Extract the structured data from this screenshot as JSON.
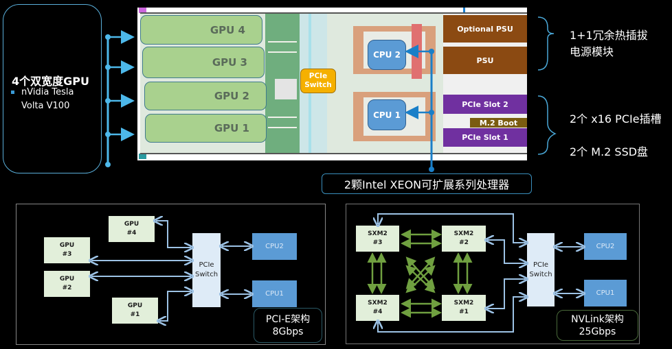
{
  "gpu_callout": {
    "title": "4个双宽度GPU",
    "bullet_line1": "nVidia Tesla",
    "bullet_line2": "Volta V100"
  },
  "board": {
    "gpus": [
      "GPU 4",
      "GPU 3",
      "GPU 2",
      "GPU 1"
    ],
    "pcie_switch": [
      "PCIe",
      "Switch"
    ],
    "cpus": [
      "CPU 2",
      "CPU 1"
    ],
    "psus": [
      "Optional PSU",
      "PSU"
    ],
    "pcie_slots": [
      "PCIe Slot 2",
      "PCIe Slot 1"
    ],
    "m2_boot": "M.2 Boot"
  },
  "annotations": {
    "psu_line1": "1+1冗余热插拔",
    "psu_line2": "电源模块",
    "pcie_slots": "2个 x16 PCIe插槽",
    "m2": "2个 M.2 SSD盘",
    "cpu_label": "2颗Intel XEON可扩展系列处理器"
  },
  "pcie_diagram": {
    "gpus": [
      {
        "name": "GPU",
        "num": "#4"
      },
      {
        "name": "GPU",
        "num": "#3"
      },
      {
        "name": "GPU",
        "num": "#2"
      },
      {
        "name": "GPU",
        "num": "#1"
      }
    ],
    "switch": [
      "PCIe",
      "Switch"
    ],
    "cpus": [
      "CPU2",
      "CPU1"
    ],
    "arch_label": "PCI-E架构",
    "speed": "8Gbps"
  },
  "nvlink_diagram": {
    "sxm": [
      {
        "name": "SXM2",
        "num": "#3"
      },
      {
        "name": "SXM2",
        "num": "#2"
      },
      {
        "name": "SXM2",
        "num": "#4"
      },
      {
        "name": "SXM2",
        "num": "#1"
      }
    ],
    "switch": [
      "PCIe",
      "Switch"
    ],
    "cpus": [
      "CPU2",
      "CPU1"
    ],
    "arch_label": "NVLink架构",
    "speed": "25Gbps"
  },
  "colors": {
    "callout_border": "#5ab0dc",
    "gpu_fill": "#a9d18e",
    "cpu_fill": "#5b9bd5",
    "switch_fill": "#f5b000",
    "psu_fill": "#8b4a12",
    "slot_fill": "#7030a0",
    "m2_fill": "#7a5c10",
    "nvlink_arrow": "#70a040",
    "pcie_arrow": "#9dc3e6"
  }
}
